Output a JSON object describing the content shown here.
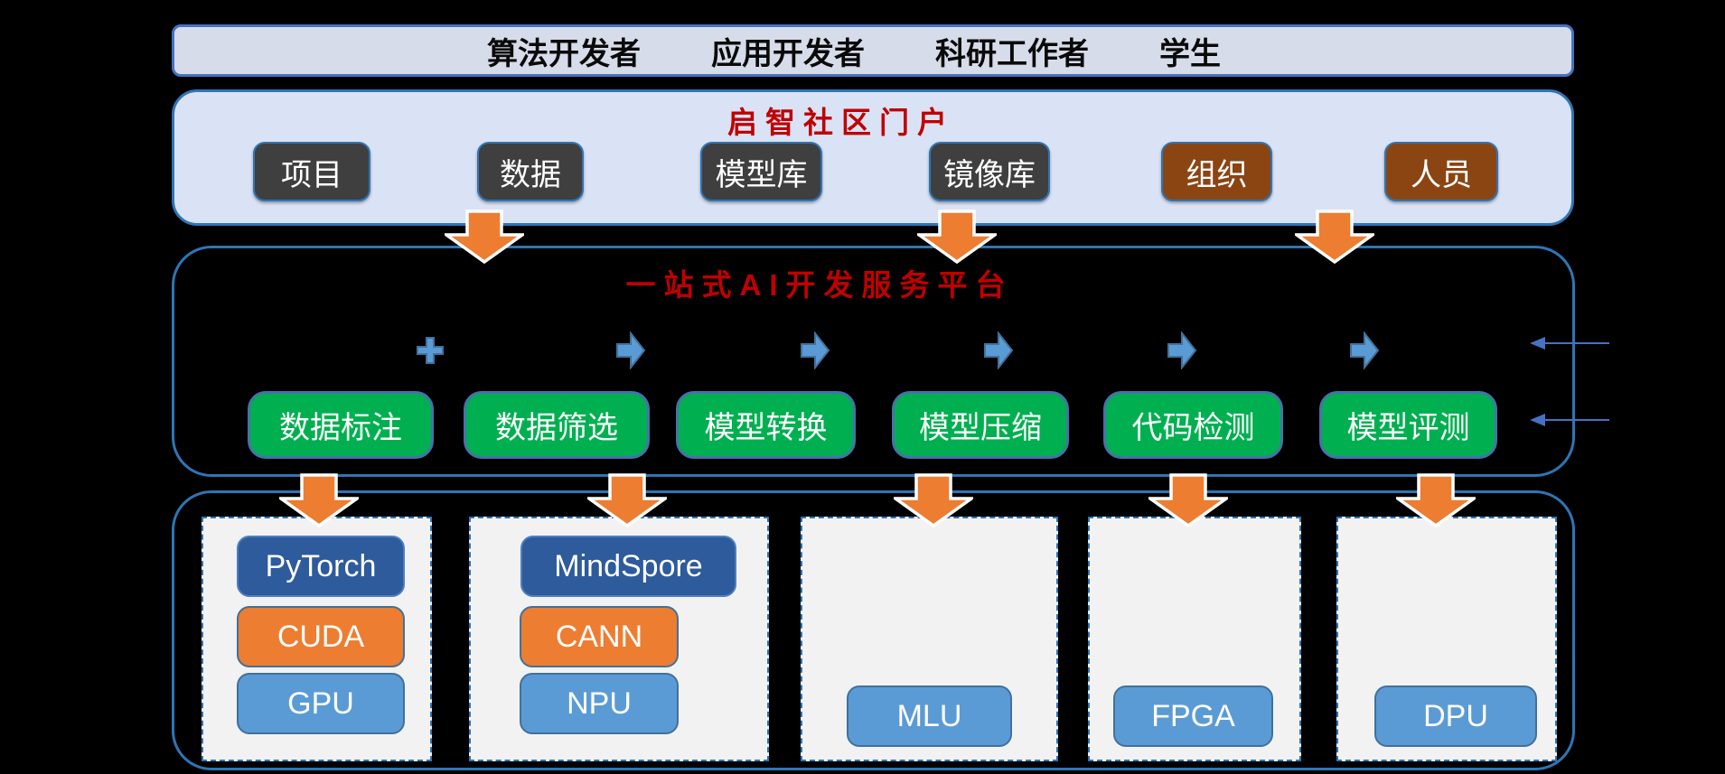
{
  "colors": {
    "background": "#000000",
    "accent_red": "#C00000",
    "top_bar_fill": "#D6DCE9",
    "portal_fill": "#DAE3F5",
    "border_blue": "#2E75B6",
    "green": "#00B050",
    "orange": "#ED7D31",
    "dark_blue": "#2E5B9B",
    "light_blue": "#5B9BD5",
    "dark_gray": "#3F3F3F",
    "brown": "#8B4513"
  },
  "top_bar": {
    "roles": [
      "算法开发者",
      "应用开发者",
      "科研工作者",
      "学生"
    ]
  },
  "portal": {
    "title": "启智社区门户",
    "buttons": [
      {
        "label": "项目",
        "variant": "dark"
      },
      {
        "label": "数据",
        "variant": "dark"
      },
      {
        "label": "模型库",
        "variant": "dark"
      },
      {
        "label": "镜像库",
        "variant": "dark"
      },
      {
        "label": "组织",
        "variant": "brown"
      },
      {
        "label": "人员",
        "variant": "brown"
      }
    ]
  },
  "platform": {
    "title": "一站式AI开发服务平台",
    "flow_icons": [
      "plus-icon",
      "arrow-right-icon",
      "arrow-right-icon",
      "arrow-right-icon",
      "arrow-right-icon",
      "arrow-right-icon"
    ],
    "services": [
      "数据标注",
      "数据筛选",
      "模型转换",
      "模型压缩",
      "代码检测",
      "模型评测"
    ]
  },
  "infrastructure": {
    "columns": [
      {
        "chips": [
          {
            "label": "PyTorch",
            "variant": "dark-blue"
          },
          {
            "label": "CUDA",
            "variant": "orange"
          },
          {
            "label": "GPU",
            "variant": "light-blue"
          }
        ]
      },
      {
        "chips": [
          {
            "label": "MindSpore",
            "variant": "dark-blue"
          },
          {
            "label": "CANN",
            "variant": "orange"
          },
          {
            "label": "NPU",
            "variant": "light-blue"
          }
        ]
      },
      {
        "chips": [
          {
            "label": "MLU",
            "variant": "light-blue"
          }
        ]
      },
      {
        "chips": [
          {
            "label": "FPGA",
            "variant": "light-blue"
          }
        ]
      },
      {
        "chips": [
          {
            "label": "DPU",
            "variant": "light-blue"
          }
        ]
      }
    ]
  }
}
